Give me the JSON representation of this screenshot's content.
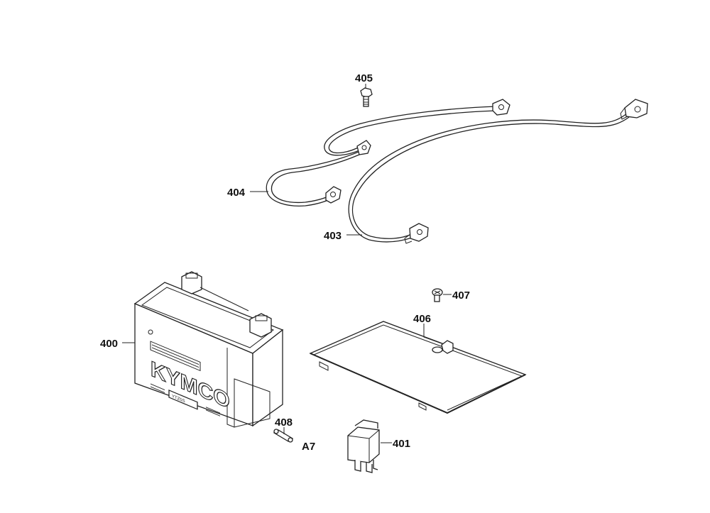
{
  "callouts": {
    "battery": "400",
    "relay": "401",
    "cable_long": "403",
    "cable_short": "404",
    "bolt_top": "405",
    "cover": "406",
    "cover_screw": "407",
    "fuse": "408",
    "fuse_rating": "A7"
  },
  "battery_markings": {
    "brand": "KYMCO",
    "model": "YTZ5S"
  }
}
